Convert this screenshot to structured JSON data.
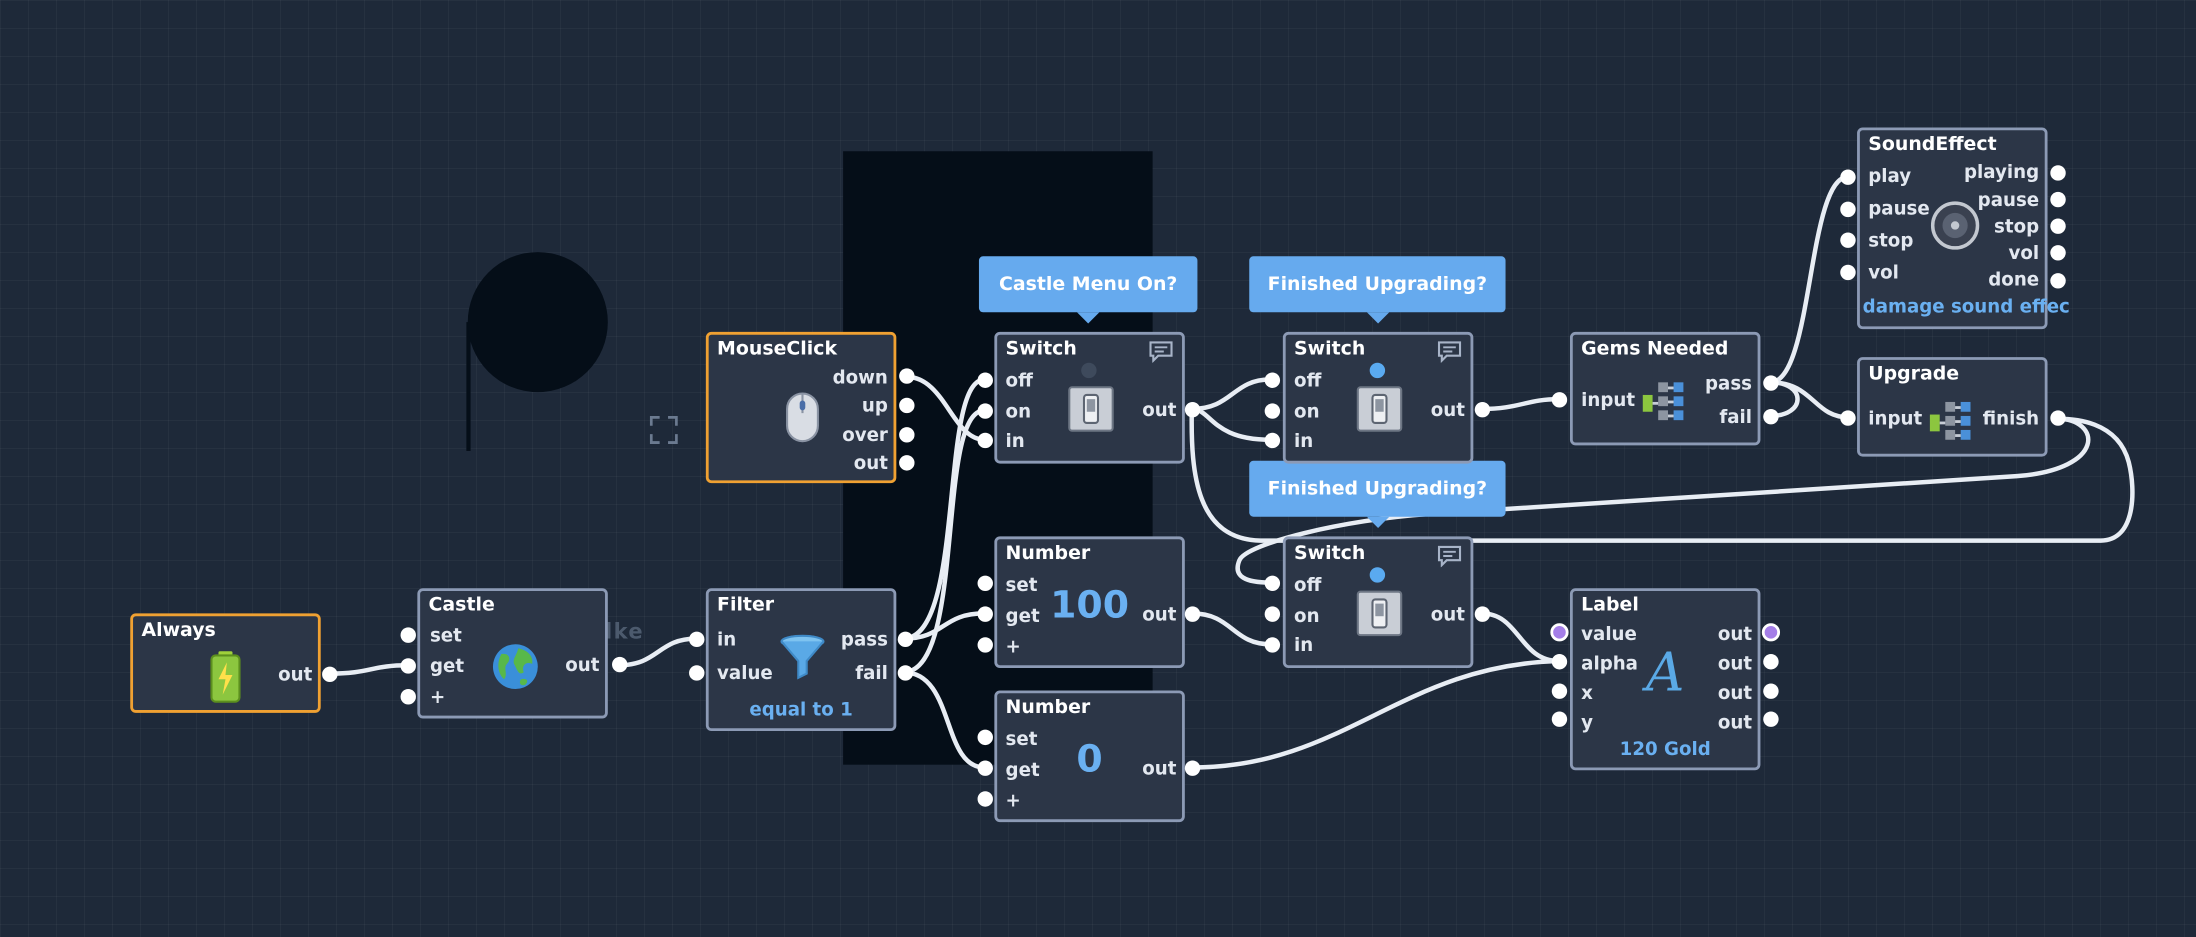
{
  "canvas": {
    "ghost_text": "lke"
  },
  "callouts": {
    "castle_menu": "Castle Menu On?",
    "finished_1": "Finished Upgrading?",
    "finished_2": "Finished Upgrading?"
  },
  "nodes": {
    "always": {
      "title": "Always",
      "out": "out",
      "icon": "battery-icon"
    },
    "castle": {
      "title": "Castle",
      "set": "set",
      "get": "get",
      "plus": "+",
      "out": "out",
      "icon": "globe-icon"
    },
    "mouseclick": {
      "title": "MouseClick",
      "down": "down",
      "up": "up",
      "over": "over",
      "out": "out",
      "icon": "mouse-icon"
    },
    "filter": {
      "title": "Filter",
      "in": "in",
      "value": "value",
      "pass": "pass",
      "fail": "fail",
      "condition": "equal to 1",
      "icon": "funnel-icon"
    },
    "switch1": {
      "title": "Switch",
      "off": "off",
      "on": "on",
      "in": "in",
      "out": "out"
    },
    "switch2": {
      "title": "Switch",
      "off": "off",
      "on": "on",
      "in": "in",
      "out": "out"
    },
    "switch3": {
      "title": "Switch",
      "off": "off",
      "on": "on",
      "in": "in",
      "out": "out"
    },
    "number100": {
      "title": "Number",
      "set": "set",
      "get": "get",
      "plus": "+",
      "value": "100",
      "out": "out"
    },
    "number0": {
      "title": "Number",
      "set": "set",
      "get": "get",
      "plus": "+",
      "value": "0",
      "out": "out"
    },
    "gems": {
      "title": "Gems Needed",
      "input": "input",
      "pass": "pass",
      "fail": "fail",
      "icon": "condition-grid-icon"
    },
    "upgrade": {
      "title": "Upgrade",
      "input": "input",
      "finish": "finish",
      "icon": "condition-grid-icon"
    },
    "sound": {
      "title": "SoundEffect",
      "play": "play",
      "pause": "pause",
      "stop": "stop",
      "vol": "vol",
      "playing": "playing",
      "pause_out": "pause",
      "stop_out": "stop",
      "vol_out": "vol",
      "done": "done",
      "caption": "damage sound effec",
      "icon": "speaker-icon"
    },
    "label": {
      "title": "Label",
      "value": "value",
      "alpha": "alpha",
      "x": "x",
      "y": "y",
      "out1": "out",
      "out2": "out",
      "out3": "out",
      "out4": "out",
      "glyph": "A",
      "caption": "120 Gold",
      "icon": "text-label-icon"
    }
  },
  "colors": {
    "background": "#1e2939",
    "node": "#2c3647",
    "border": "#8c9ab5",
    "selected": "#f0a132",
    "accent": "#66aaee",
    "wire": "#e8edf4"
  }
}
